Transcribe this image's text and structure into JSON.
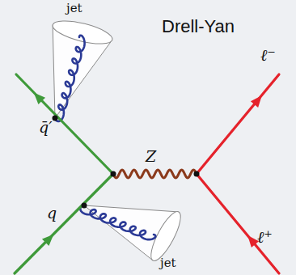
{
  "diagram": {
    "title": "Drell-Yan",
    "labels": [
      "jet",
      "jet",
      "q̄′",
      "q",
      "Z",
      "ℓ⁻",
      "ℓ⁺"
    ]
  }
}
